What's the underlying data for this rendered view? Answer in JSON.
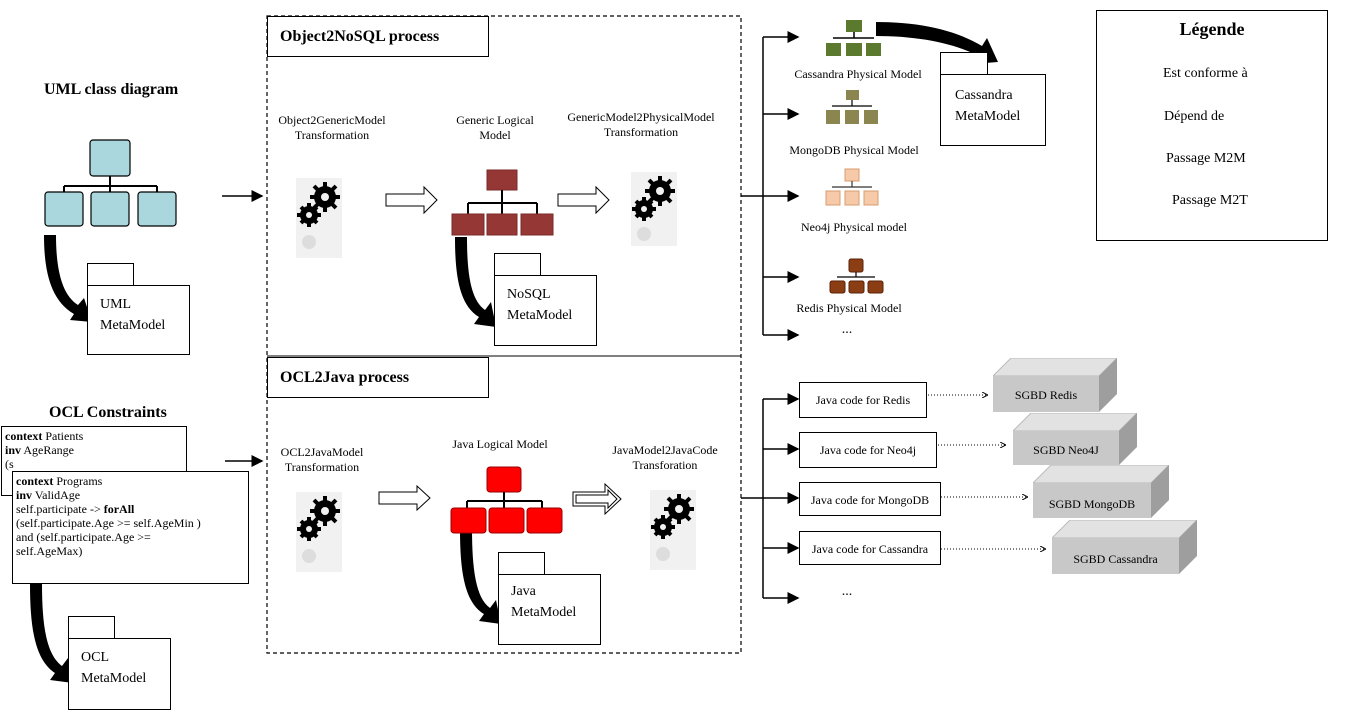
{
  "processes": {
    "object2nosql": {
      "title": "Object2NoSQL process",
      "step1": [
        "Object2GenericModel",
        "Transformation"
      ],
      "step2": [
        "Generic Logical",
        "Model"
      ],
      "step3": [
        "GenericModel2PhysicalModel",
        "Transformation"
      ],
      "metamodel": [
        "NoSQL",
        "MetaModel"
      ]
    },
    "ocl2java": {
      "title": "OCL2Java process",
      "step1": [
        "OCL2JavaModel",
        "Transformation"
      ],
      "step2": [
        "Java Logical Model"
      ],
      "step3": [
        "JavaModel2JavaCode",
        "Transforation"
      ],
      "metamodel": [
        "Java",
        "MetaModel"
      ]
    }
  },
  "left": {
    "uml_title": "UML class diagram",
    "uml_metamodel": [
      "UML",
      "MetaModel"
    ],
    "ocl_title": "OCL Constraints",
    "ocl_box1": {
      "line1_kw": "context",
      "line1_rest": "Patients",
      "line2_kw": "inv",
      "line2_rest": "AgeRange",
      "line3": "(s"
    },
    "ocl_box2": {
      "line1_kw": "context",
      "line1_rest": "Programs",
      "line2_kw": "inv",
      "line2_rest": "ValidAge",
      "line3_pre": "self.participate  ->  ",
      "line3_kw": "forAll",
      "line4": "(self.participate.Age  >=  self.AgeMin )",
      "line5": "and (self.participate.Age   >=",
      "line6": "self.AgeMax)"
    },
    "ocl_metamodel": [
      "OCL",
      "MetaModel"
    ]
  },
  "physical_models": [
    {
      "label": "Cassandra Physical Model",
      "color": "#5b7a2e"
    },
    {
      "label": "MongoDB Physical Model",
      "color": "#8b8550"
    },
    {
      "label": "Neo4j Physical model",
      "color": "#f6c9a8"
    },
    {
      "label": "Redis Physical Model",
      "color": "#8b3d14"
    },
    {
      "label": "..."
    }
  ],
  "cassandra_metamodel": [
    "Cassandra",
    "MetaModel"
  ],
  "java_codes": [
    {
      "label": "Java code for Redis",
      "sgbd": "SGBD Redis"
    },
    {
      "label": "Java code for Neo4j",
      "sgbd": "SGBD Neo4J"
    },
    {
      "label": "Java code for MongoDB",
      "sgbd": "SGBD MongoDB"
    },
    {
      "label": "Java code for Cassandra",
      "sgbd": "SGBD Cassandra"
    },
    {
      "label": "..."
    }
  ],
  "legend": {
    "title": "Légende",
    "items": [
      "Est conforme à",
      "Dépend de",
      "Passage M2M",
      "Passage M2T"
    ]
  },
  "colors": {
    "uml_class": "#a9d7dd",
    "generic_model": "#953735",
    "java_model": "#ff0000",
    "sgbd_front": "#c8c8c8",
    "sgbd_top": "#e2e2e2",
    "sgbd_side": "#9e9e9e"
  }
}
